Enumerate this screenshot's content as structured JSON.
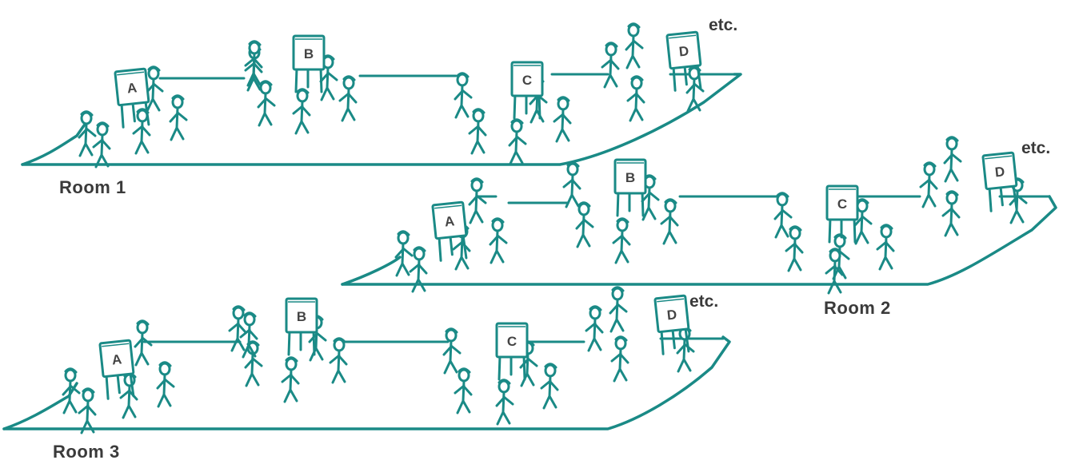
{
  "colors": {
    "stroke": "#1a8a86",
    "board_fill": "#ffffff",
    "text": "#3a3a3a",
    "letter": "#444444"
  },
  "rooms": [
    {
      "label": "Room 1",
      "etc": "etc.",
      "stations": [
        "A",
        "B",
        "C",
        "D"
      ]
    },
    {
      "label": "Room 2",
      "etc": "etc.",
      "stations": [
        "A",
        "B",
        "C",
        "D"
      ]
    },
    {
      "label": "Room 3",
      "etc": "etc.",
      "stations": [
        "A",
        "B",
        "C",
        "D"
      ]
    }
  ]
}
